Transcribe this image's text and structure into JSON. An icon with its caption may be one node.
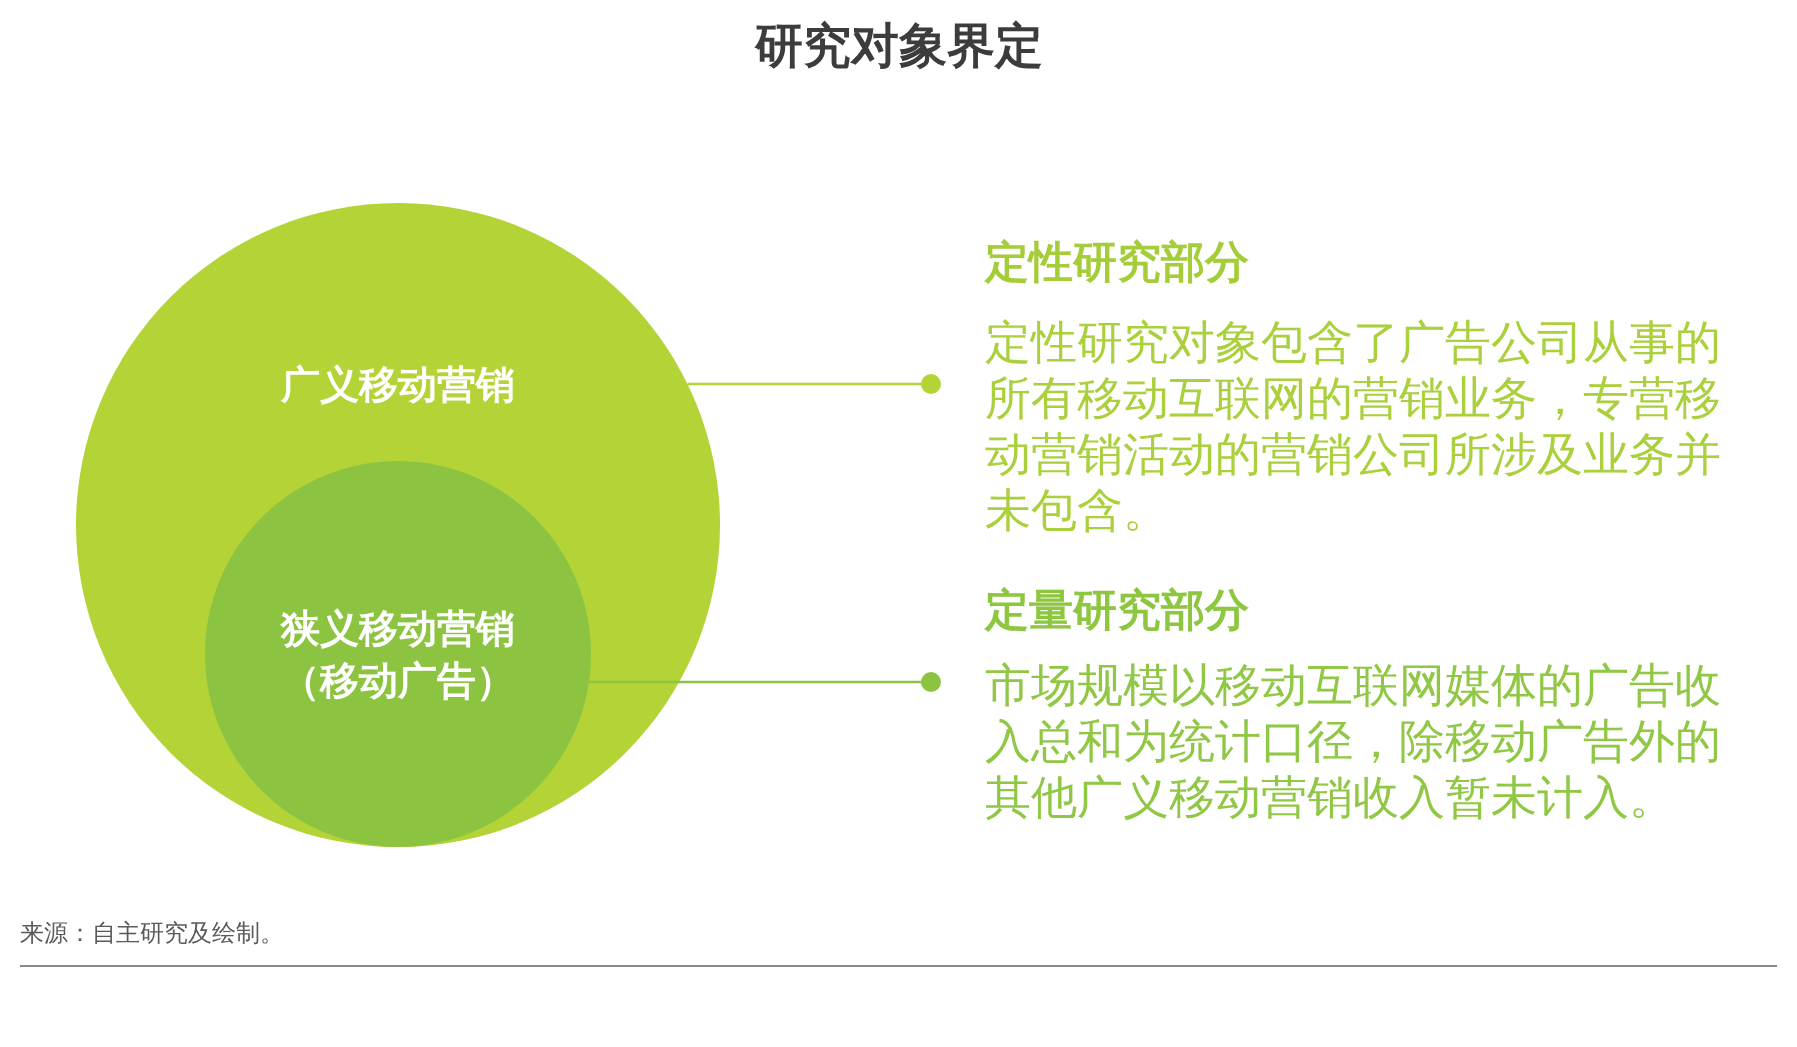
{
  "diagram": {
    "title": "研究对象界定",
    "nodes": [
      {
        "text": [
          "广义移动营销"
        ]
      },
      {
        "text": [
          "狭义移动营销（移动广告）"
        ],
        "in": 0
      },
      {
        "text": [
          "定性研究部分",
          "定性研究对象包含了广告公司从事的所有移动互联网的营销业务，专营移动营销活动的营销公司所涉及业务并未包含。"
        ]
      },
      {
        "text": [
          "定量研究部分",
          "市场规模以移动互联网媒体的广告收入总和为统计口径，除移动广告外的其他广义移动营销收入暂未计入。"
        ]
      }
    ],
    "edges": [
      {
        "from": 2,
        "to": 0,
        "arrow": "other",
        "color": "#b3d336"
      },
      {
        "from": 3,
        "to": 1,
        "arrow": "other",
        "color": "#8cc442"
      }
    ],
    "labels": [
      "来源：自主研究及绘制。"
    ]
  }
}
